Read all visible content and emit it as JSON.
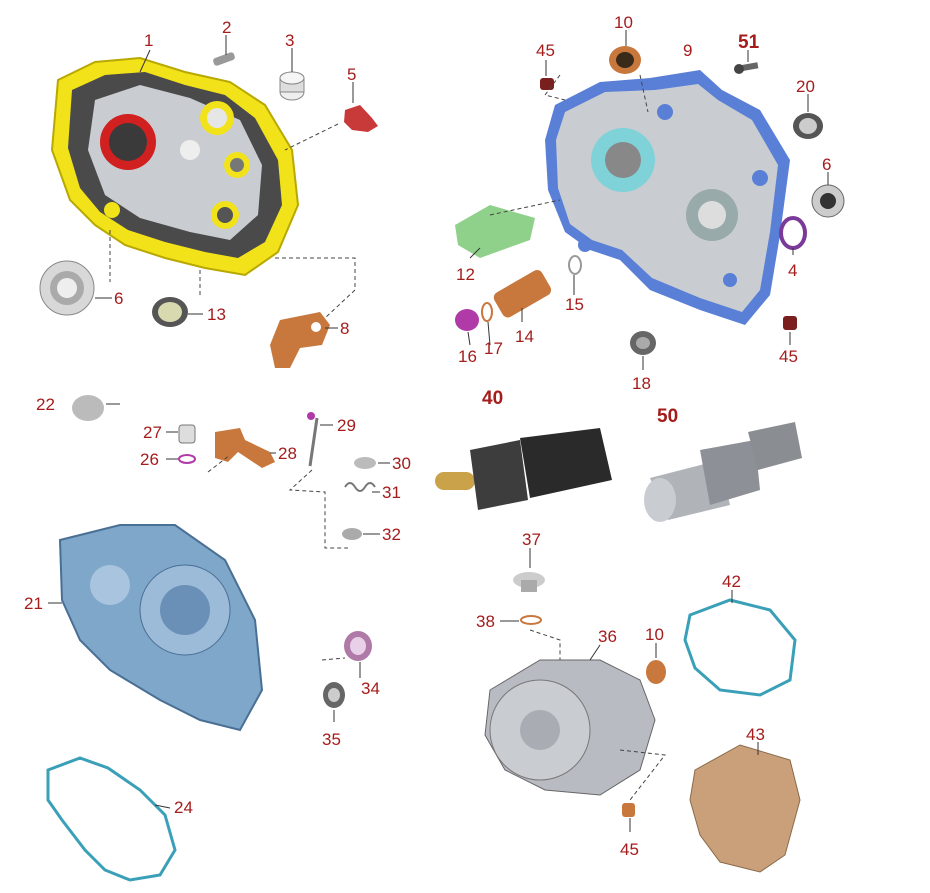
{
  "labels": {
    "p1": "1",
    "p2": "2",
    "p3": "3",
    "p5": "5",
    "p6a": "6",
    "p13": "13",
    "p8": "8",
    "p10a": "10",
    "p45a": "45",
    "p9": "9",
    "p51": "51",
    "p20": "20",
    "p6b": "6",
    "p4": "4",
    "p12": "12",
    "p15": "15",
    "p14": "14",
    "p16": "16",
    "p17": "17",
    "p18": "18",
    "p45b": "45",
    "p22": "22",
    "p27": "27",
    "p26": "26",
    "p28": "28",
    "p29": "29",
    "p30": "30",
    "p31": "31",
    "p32": "32",
    "p40": "40",
    "p50": "50",
    "p21": "21",
    "p34": "34",
    "p35": "35",
    "p37": "37",
    "p38": "38",
    "p36": "36",
    "p10b": "10",
    "p42": "42",
    "p43": "43",
    "p24": "24",
    "p45c": "45"
  },
  "colors": {
    "label": "#a51c1c",
    "highlight_yellow": "#f2e21a",
    "highlight_blue": "#5a7fd6",
    "gasket_teal": "#3aa0b8",
    "cover_blue": "#7fa7c9",
    "copper": "#c8783c",
    "magenta": "#b03aa8",
    "seal_red": "#d02020",
    "green_guide": "#8fd08a",
    "aluminium": "#c9cdd2",
    "dark_metal": "#3d3d3d"
  }
}
